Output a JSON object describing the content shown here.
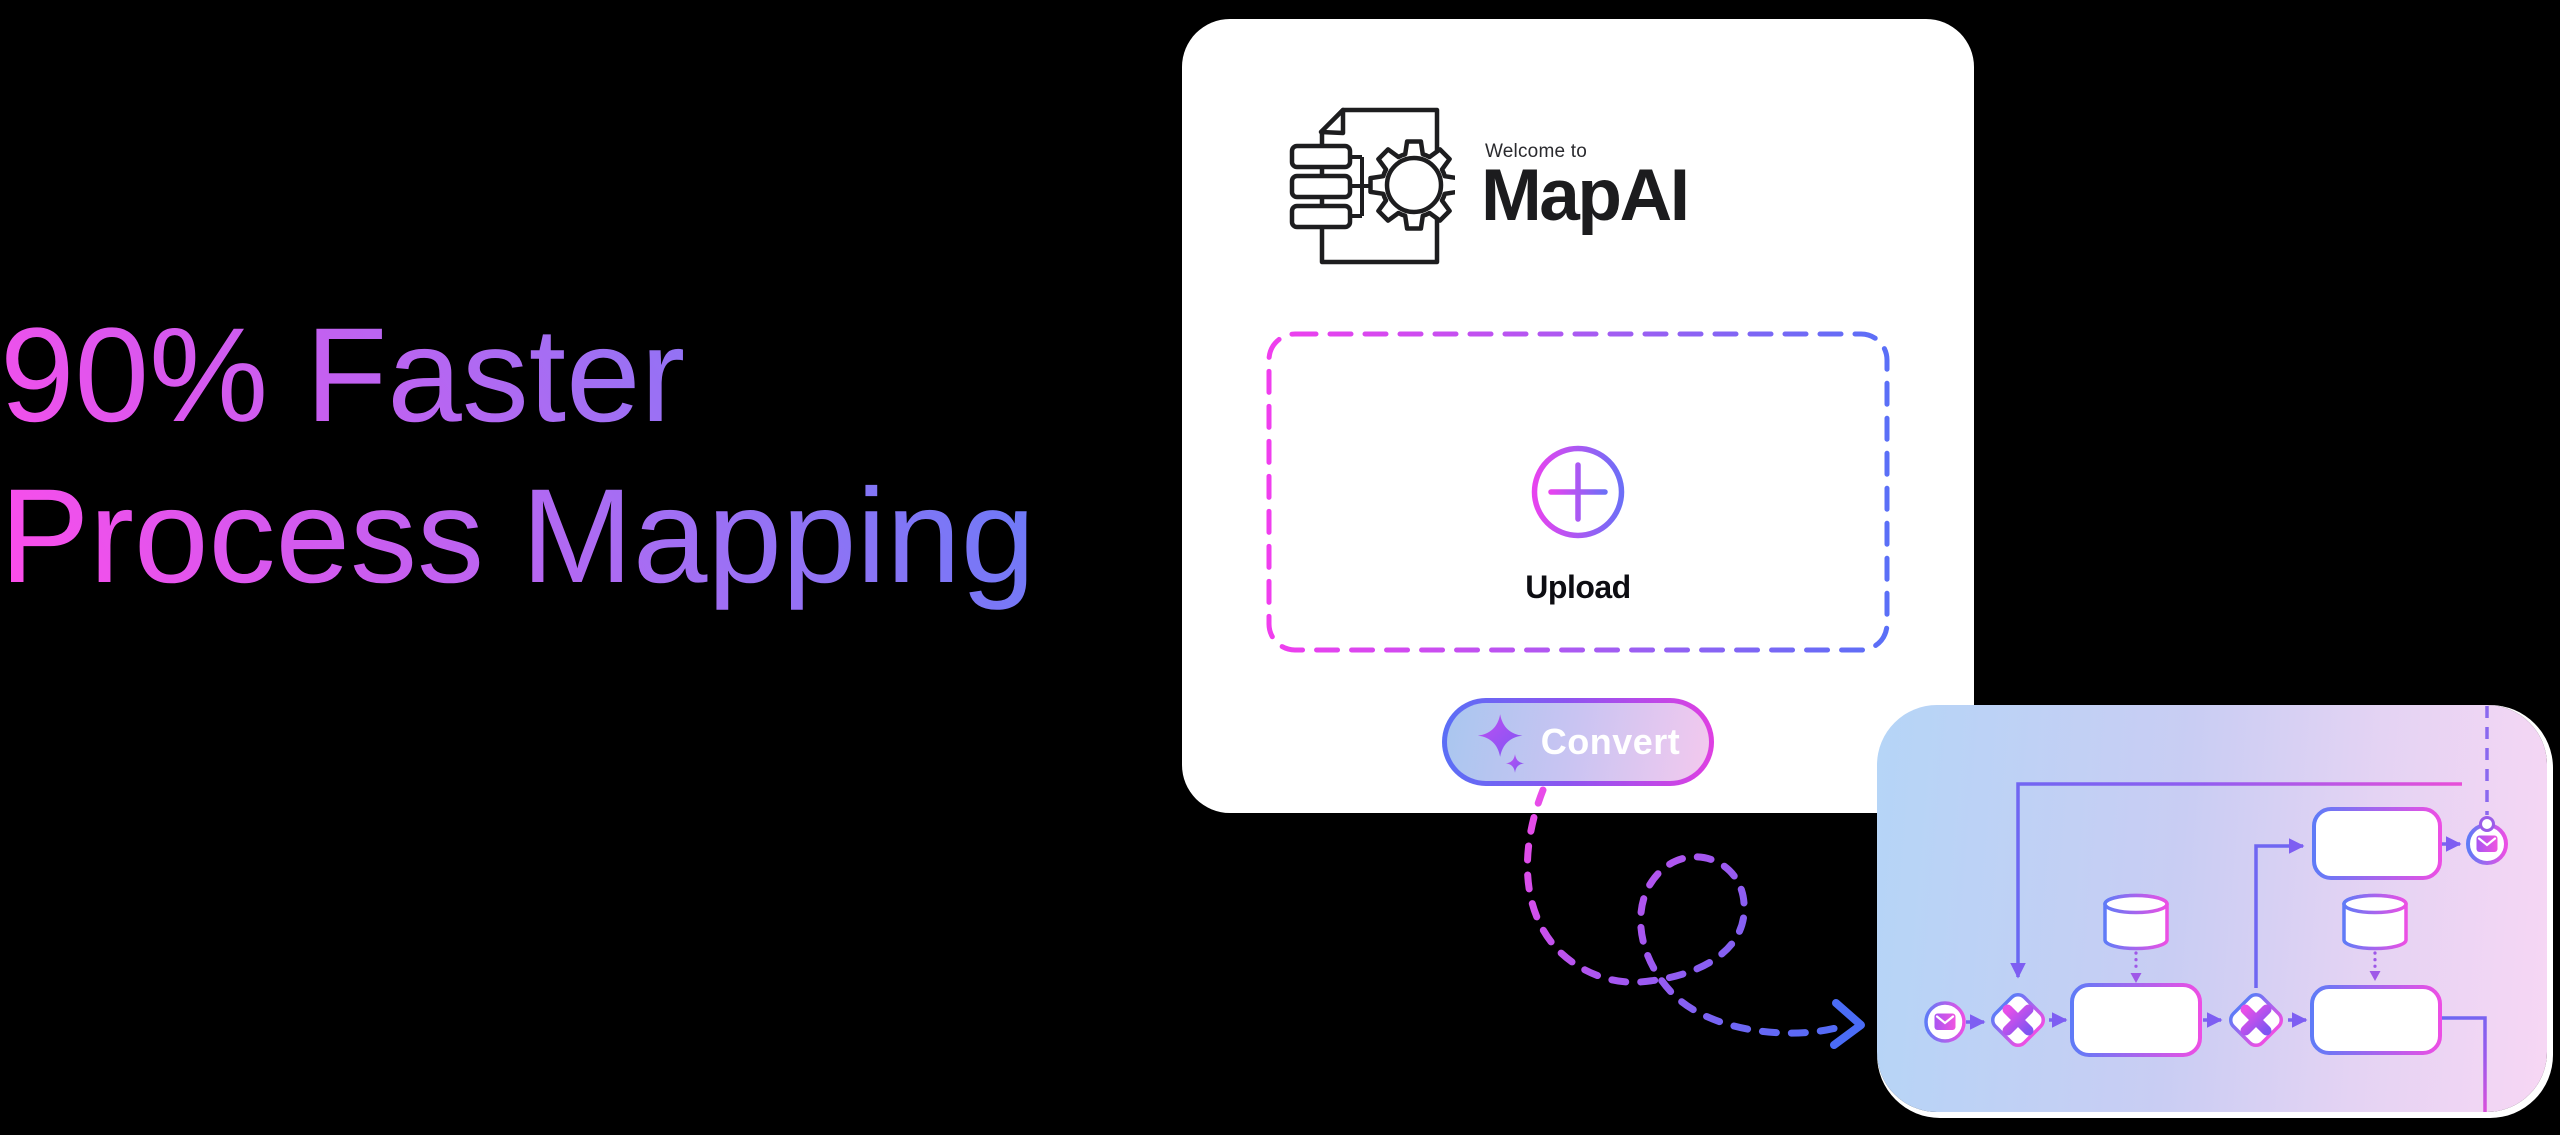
{
  "page": {
    "background_color": "#000000"
  },
  "headline": {
    "line1": "90% Faster",
    "line2": "Process Mapping",
    "gradient": [
      "#ff4cea",
      "#a46ef3",
      "#5f7df8"
    ]
  },
  "app_card": {
    "welcome_label": "Welcome to",
    "brand_name": "MapAI",
    "upload": {
      "label": "Upload",
      "icon": "plus-circle-icon"
    },
    "convert": {
      "label": "Convert",
      "icon": "sparkle-icon"
    },
    "accent_gradient_start": "#ee3bf0",
    "accent_gradient_end": "#5b7cfa"
  },
  "bpmn_preview": {
    "background_gradient": [
      "#b5d5f7",
      "#f7d7f4"
    ],
    "node_stroke_gradient": [
      "#5f7bf7",
      "#ec4fe4"
    ],
    "connector_color": "#7a63f0",
    "nodes": [
      "message-start-event",
      "exclusive-gateway",
      "task",
      "data-store",
      "exclusive-gateway",
      "task",
      "data-store",
      "task",
      "message-end-event"
    ]
  },
  "loop_arrow": {
    "style": "dashed",
    "gradient": [
      "#f04ae8",
      "#4a6cf6"
    ]
  }
}
